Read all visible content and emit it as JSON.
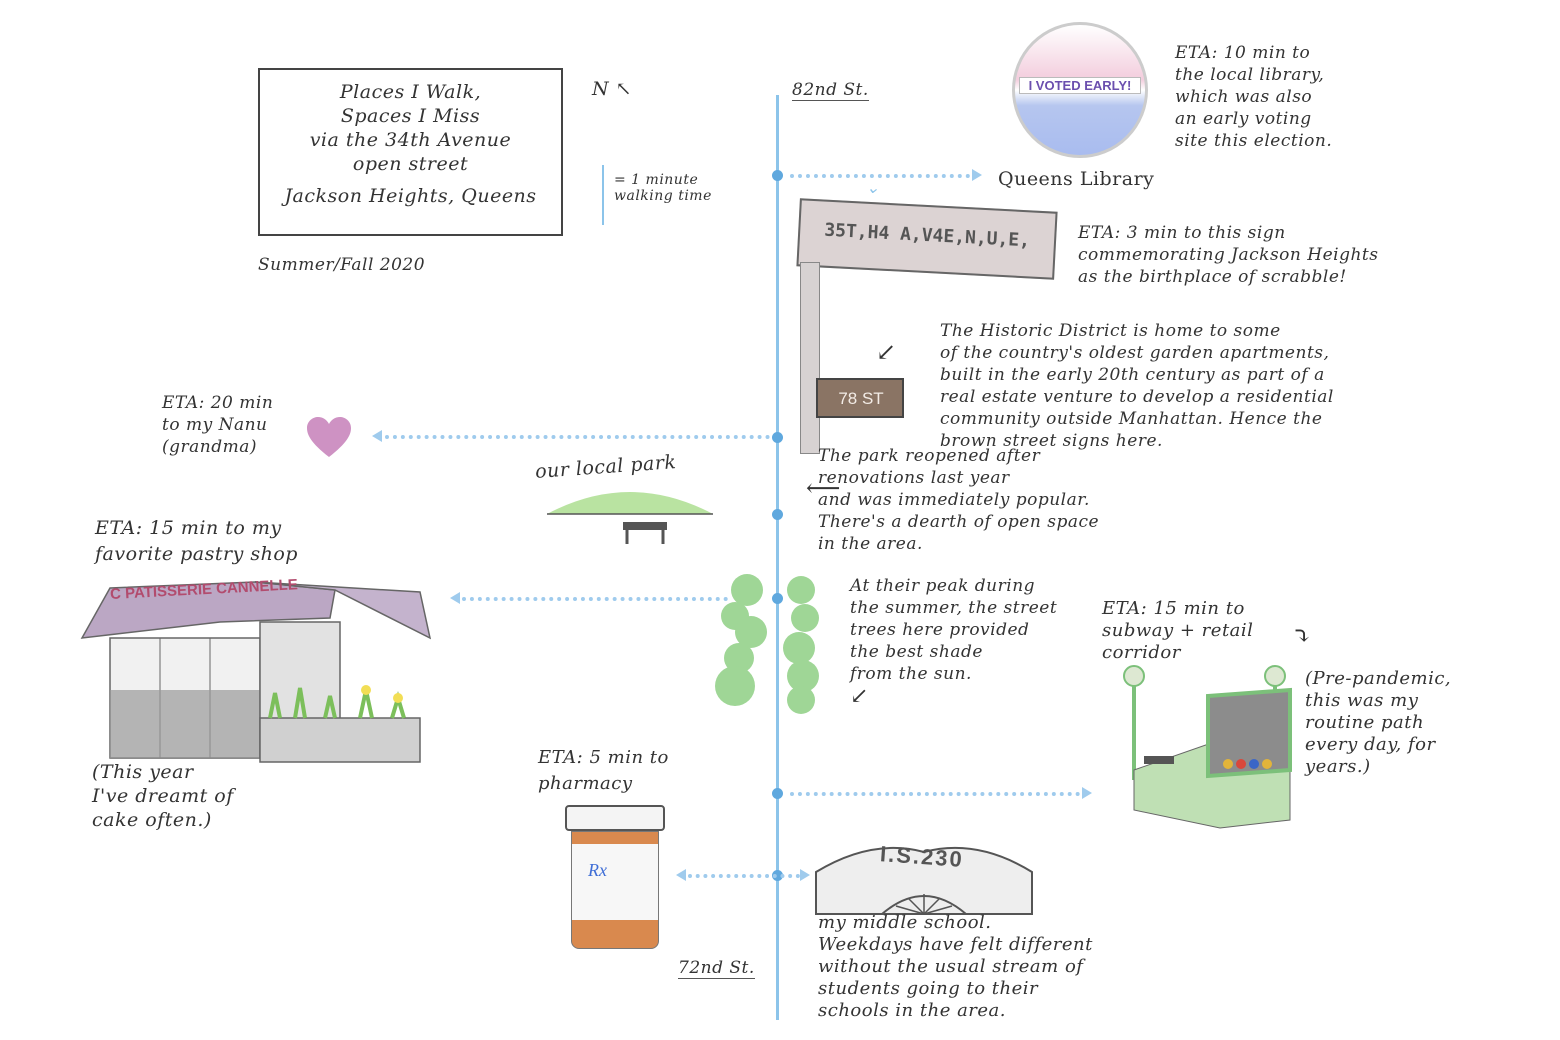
{
  "title": {
    "line1": "Places I Walk,",
    "line2": "Spaces I Miss",
    "line3": "via the 34th Avenue",
    "line4": "open street",
    "line5": "Jackson Heights, Queens"
  },
  "date": "Summer/Fall 2020",
  "north": "N",
  "legend": {
    "label": "= 1 minute walking time"
  },
  "streets": {
    "top": "82nd St.",
    "bottom": "72nd St."
  },
  "button_text": "I VOTED EARLY!",
  "library": {
    "label": "Queens Library",
    "note": "ETA: 10 min to\nthe local library,\nwhich was also\nan early voting\nsite this election."
  },
  "scrabble": {
    "sign": "35T,H4 A,V4E,N,U,E,",
    "note": "ETA: 3 min to this sign\ncommemorating Jackson Heights\nas the birthplace of scrabble!"
  },
  "historic": {
    "sign": "78 ST",
    "note": "The Historic District is home to some\nof the country's oldest garden apartments,\nbuilt in the early 20th century as part of a\nreal estate venture to develop a residential\ncommunity outside Manhattan. Hence the\nbrown street signs here."
  },
  "nanu": {
    "note": "ETA: 20 min\nto my Nanu\n(grandma)"
  },
  "park": {
    "label": "our local park",
    "note": "The park reopened after\nrenovations last year\nand was immediately popular.\nThere's a dearth of open space\nin the area."
  },
  "pastry": {
    "note": "ETA: 15 min to my\nfavorite pastry shop",
    "sign": "PATISSERIE CANNELLE",
    "sign_initial": "C",
    "aside": "(This year\nI've dreamt of\ncake often.)"
  },
  "trees": {
    "note": "At their peak during\nthe summer, the street\ntrees here provided\nthe best shade\nfrom the sun."
  },
  "subway": {
    "note": "ETA: 15 min to\nsubway + retail\ncorridor",
    "aside": "(Pre-pandemic,\nthis was my\nroutine path\nevery day, for\nyears.)"
  },
  "pharmacy": {
    "note": "ETA: 5 min to\npharmacy",
    "rx": "Rx"
  },
  "school": {
    "sign": "I.S.230",
    "note": "my middle school.\nWeekdays have felt different\nwithout the usual stream of\nstudents going to their\nschools in the area."
  },
  "colors": {
    "route": "#8cc4ea",
    "heart": "#c57fb8",
    "park_green": "#a8dc8a",
    "tree_green": "#8fcf84",
    "subway_green": "#7cc07a",
    "pharmacy_orange": "#d9894e"
  }
}
